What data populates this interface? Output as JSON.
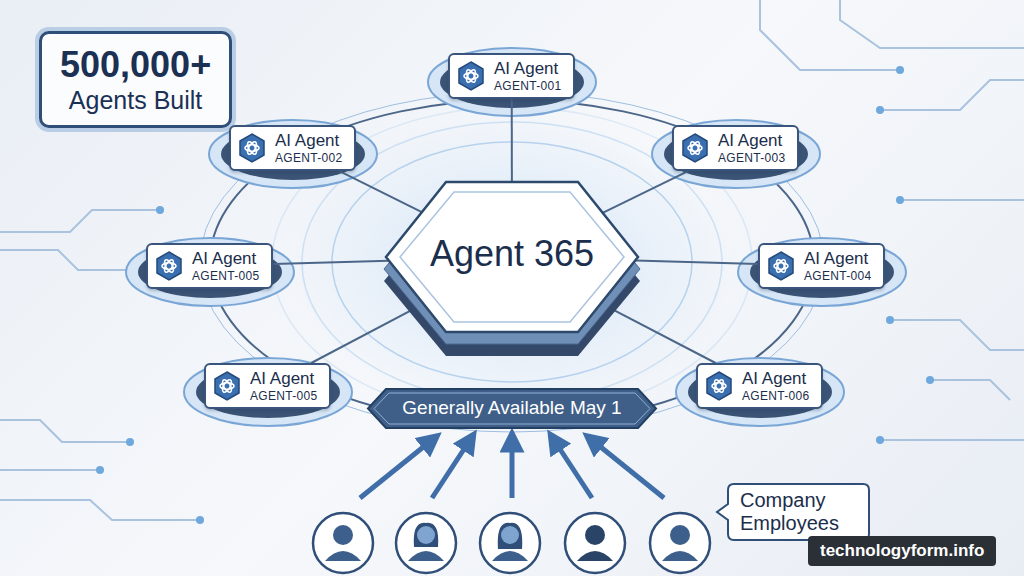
{
  "diagram": {
    "nodes": [
      {
        "text": [
          "500,000+",
          "Agents Built"
        ]
      },
      {
        "text": [
          "AI Agent",
          "AGENT-001"
        ]
      },
      {
        "text": [
          "AI Agent",
          "AGENT-002"
        ]
      },
      {
        "text": [
          "AI Agent",
          "AGENT-003"
        ]
      },
      {
        "text": [
          "Agent 365"
        ]
      },
      {
        "text": [
          "AI Agent",
          "AGENT-005"
        ]
      },
      {
        "text": [
          "AI Agent",
          "AGENT-004"
        ]
      },
      {
        "text": [
          "AI Agent",
          "AGENT-005"
        ]
      },
      {
        "text": [
          "AI Agent",
          "AGENT-006"
        ]
      },
      {
        "text": [
          "Generally Available May 1"
        ]
      },
      {
        "text": [
          "Company Employees"
        ]
      }
    ],
    "edges": [
      {
        "from": 4,
        "to": 1,
        "arrow": "none"
      },
      {
        "from": 4,
        "to": 2,
        "arrow": "none"
      },
      {
        "from": 4,
        "to": 3,
        "arrow": "none"
      },
      {
        "from": 4,
        "to": 5,
        "arrow": "none"
      },
      {
        "from": 4,
        "to": 6,
        "arrow": "none"
      },
      {
        "from": 4,
        "to": 7,
        "arrow": "none"
      },
      {
        "from": 4,
        "to": 8,
        "arrow": "none"
      }
    ],
    "labels": [
      "technologyform.info"
    ]
  }
}
